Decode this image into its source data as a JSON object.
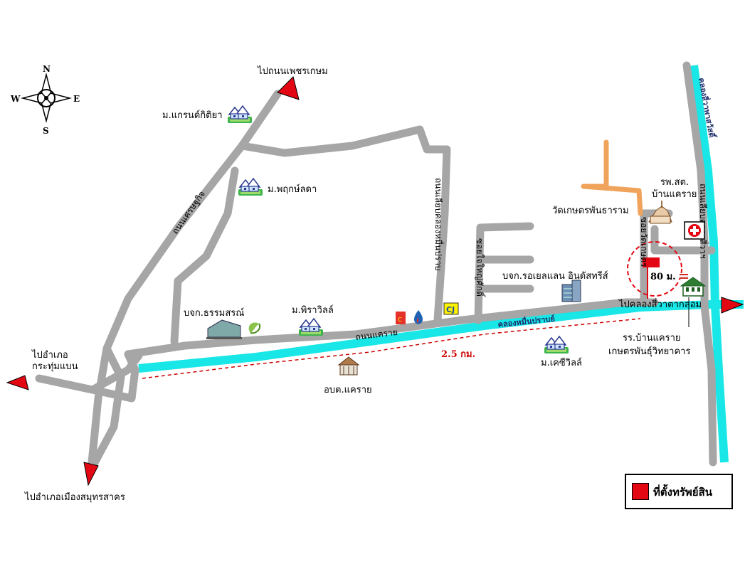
{
  "compass": {
    "n": "N",
    "s": "S",
    "e": "E",
    "w": "W"
  },
  "direction_labels": {
    "phetkasem": "ไปถนนเพชรเกษม",
    "krathum_baen": "ไปอำเภอ\nกระทุ่มแบน",
    "samut_sakhon": "ไปอำเภอเมืองสมุทรสาคร",
    "khlong_si_wa": "ไปคลองสี่วาตากล่อม"
  },
  "roads": {
    "krai_road": "ถนนแคราย",
    "setthakit_road": "ถนนเศรษฐกิจ",
    "sai_khlong_muen": "ถนนเลียบคลองหมื่นปราบ",
    "soi_yai_hom": "ซอยใจใหญ่ศักดิ์",
    "khlong_si_wa_road": "ถนนเลียบคลองสี่วาฯ",
    "wat_road": "ซอยวัดเกษตร"
  },
  "canals": {
    "muen_prab": "คลองหมื่นปราบย์",
    "si_wa_ta_klom": "คลองสี่วาพาสวัสดิ์"
  },
  "landmarks": {
    "grand_kitiya": "ม.แกรนด์กิติยา",
    "pruek_lada": "ม.พฤกษ์ลดา",
    "thammasorn": "บจก.ธรรมสรณ์",
    "phiravill": "ม.พิราวิลล์",
    "royal_land": "บจก.รอเยลแลน อินดัสทรีส์",
    "kc_ville": "ม.เคซีวิลล์",
    "obt": "อบต.แคราย",
    "wat": "วัดเกษตรพันธาราม",
    "hospital": "รพ.สต.\nบ้านแคราย",
    "school": "รร.บ้านแคราย\nเกษตรพันธุ์วิทยาคาร"
  },
  "distances": {
    "to_junction": "2.5 กม.",
    "radius": "80 ม."
  },
  "legend": {
    "property_label": "ที่ตั้งทรัพย์สิน"
  },
  "colors": {
    "road": "#a6a6a6",
    "canal": "#19e6e6",
    "property": "#e30613",
    "arrow": "#e30613",
    "orange_road": "#f0a35a",
    "icon_green": "#3cb44b",
    "icon_blue": "#2b3a8f"
  },
  "icons": [
    "compass-rose-icon",
    "village-icon",
    "factory-icon",
    "gas-station-icon",
    "building-icon",
    "temple-icon",
    "hospital-icon",
    "school-icon",
    "government-office-icon"
  ]
}
